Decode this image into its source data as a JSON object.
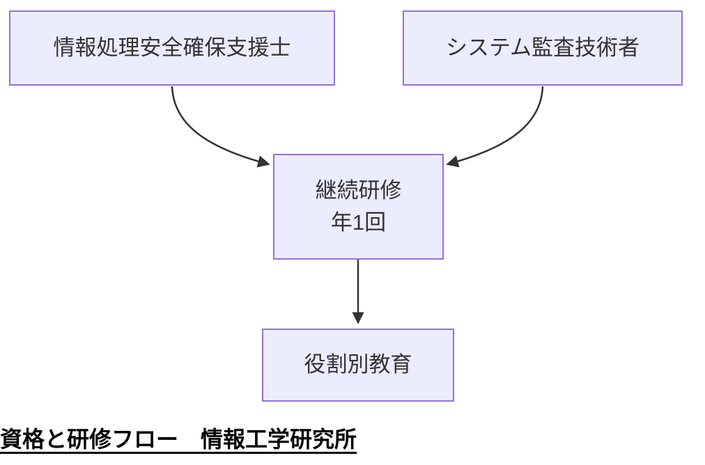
{
  "diagram": {
    "type": "flowchart",
    "direction": "top-down",
    "nodes": {
      "security_specialist": {
        "label": "情報処理安全確保支援士"
      },
      "system_auditor": {
        "label": "システム監査技術者"
      },
      "continuing_training": {
        "line1": "継続研修",
        "line2": "年1回"
      },
      "role_based_education": {
        "label": "役割別教育"
      }
    },
    "edges": [
      {
        "from": "security_specialist",
        "to": "continuing_training"
      },
      {
        "from": "system_auditor",
        "to": "continuing_training"
      },
      {
        "from": "continuing_training",
        "to": "role_based_education"
      }
    ],
    "caption": "資格と研修フロー　情報工学研究所",
    "colors": {
      "node_fill": "#ECECFF",
      "node_border": "#9370DB",
      "edge_stroke": "#333333",
      "node_text": "#333333",
      "caption_text": "#000000"
    }
  }
}
